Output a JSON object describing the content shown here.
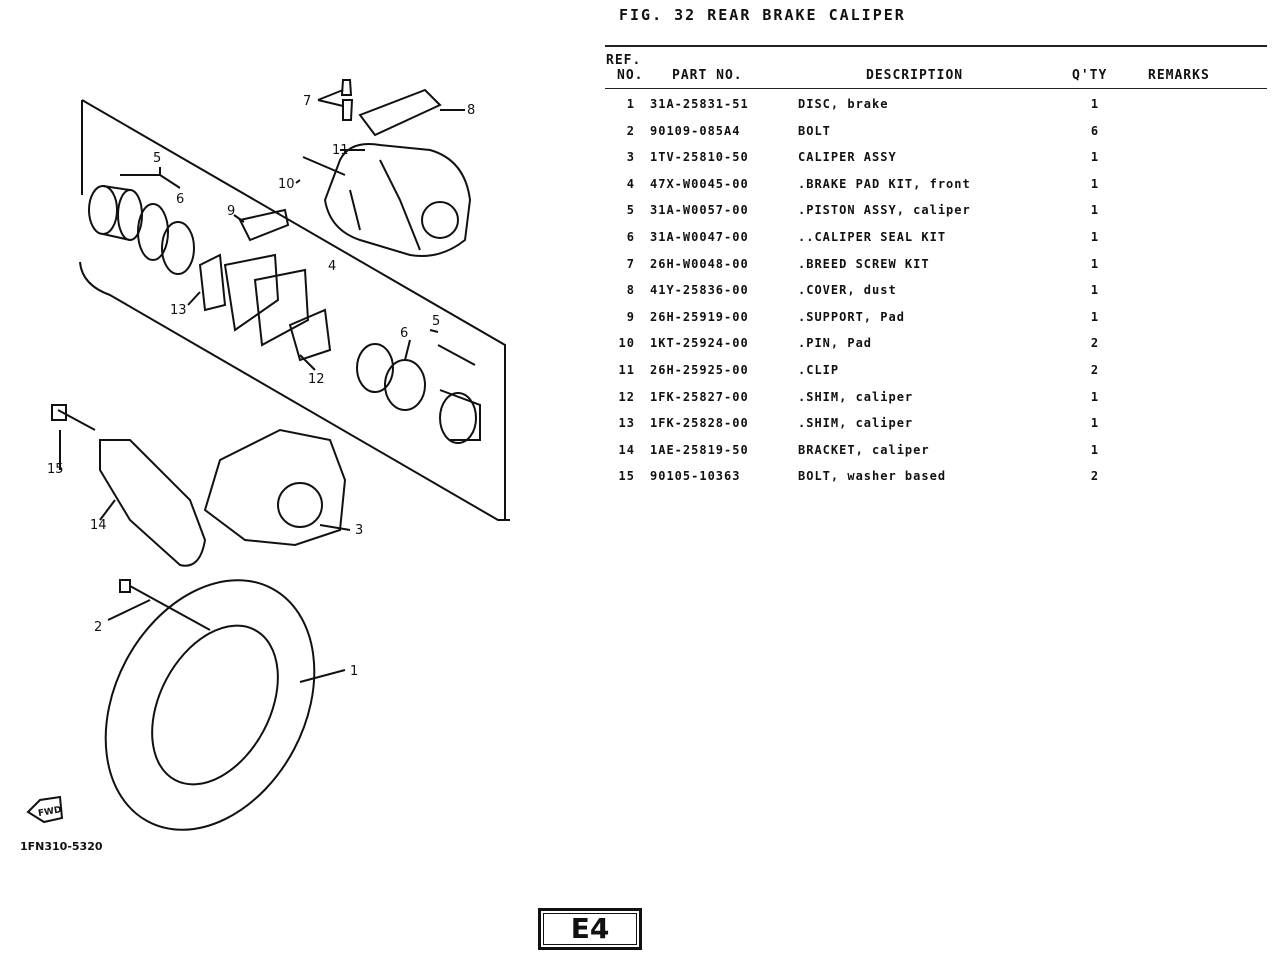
{
  "figure": {
    "title": "FIG. 32  REAR BRAKE CALIPER",
    "code": "1FN310-5320",
    "page": "E4",
    "fwd": "FWD"
  },
  "table": {
    "headers": {
      "ref_top": "REF.",
      "ref_bottom": "NO.",
      "part": "PART NO.",
      "desc": "DESCRIPTION",
      "qty": "Q'TY",
      "remarks": "REMARKS"
    },
    "rows": [
      {
        "ref": "1",
        "part": "31A-25831-51",
        "desc": "DISC, brake",
        "qty": "1"
      },
      {
        "ref": "2",
        "part": "90109-085A4",
        "desc": "BOLT",
        "qty": "6"
      },
      {
        "ref": "3",
        "part": "1TV-25810-50",
        "desc": "CALIPER ASSY",
        "qty": "1"
      },
      {
        "ref": "4",
        "part": "47X-W0045-00",
        "desc": ".BRAKE PAD KIT, front",
        "qty": "1"
      },
      {
        "ref": "5",
        "part": "31A-W0057-00",
        "desc": ".PISTON ASSY, caliper",
        "qty": "1"
      },
      {
        "ref": "6",
        "part": "31A-W0047-00",
        "desc": "..CALIPER SEAL KIT",
        "qty": "1"
      },
      {
        "ref": "7",
        "part": "26H-W0048-00",
        "desc": ".BREED SCREW KIT",
        "qty": "1"
      },
      {
        "ref": "8",
        "part": "41Y-25836-00",
        "desc": ".COVER, dust",
        "qty": "1"
      },
      {
        "ref": "9",
        "part": "26H-25919-00",
        "desc": ".SUPPORT, Pad",
        "qty": "1"
      },
      {
        "ref": "10",
        "part": "1KT-25924-00",
        "desc": ".PIN, Pad",
        "qty": "2"
      },
      {
        "ref": "11",
        "part": "26H-25925-00",
        "desc": ".CLIP",
        "qty": "2"
      },
      {
        "ref": "12",
        "part": "1FK-25827-00",
        "desc": ".SHIM, caliper",
        "qty": "1"
      },
      {
        "ref": "13",
        "part": "1FK-25828-00",
        "desc": ".SHIM, caliper",
        "qty": "1"
      },
      {
        "ref": "14",
        "part": "1AE-25819-50",
        "desc": "BRACKET, caliper",
        "qty": "1"
      },
      {
        "ref": "15",
        "part": "90105-10363",
        "desc": "BOLT, washer based",
        "qty": "2"
      }
    ]
  },
  "callouts": [
    "1",
    "2",
    "3",
    "4",
    "5",
    "6",
    "7",
    "8",
    "9",
    "10",
    "11",
    "12",
    "13",
    "14",
    "15"
  ]
}
